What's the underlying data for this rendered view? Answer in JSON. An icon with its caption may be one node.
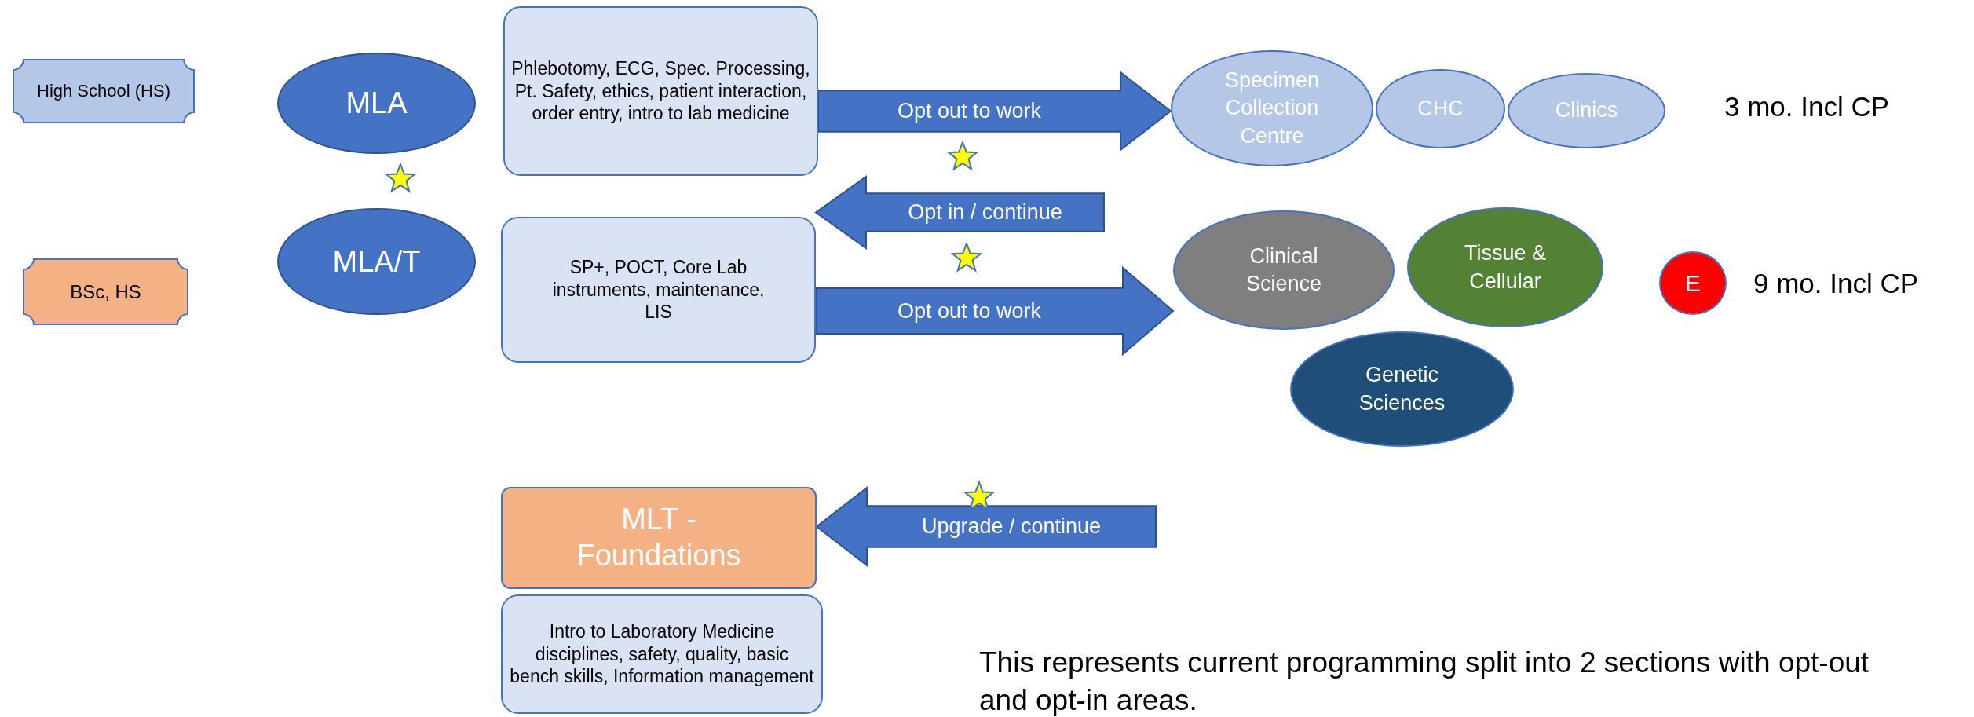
{
  "diagram": {
    "nodes": [
      {
        "text": [
          "High School (HS)"
        ]
      },
      {
        "text": [
          "MLA"
        ]
      },
      {
        "text": [
          "Phlebotomy, ECG, Spec. Processing, Pt. Safety, ethics, patient interaction, order entry, intro to lab medicine"
        ]
      },
      {
        "text": [
          "Specimen Collection Centre"
        ]
      },
      {
        "text": [
          "CHC"
        ]
      },
      {
        "text": [
          "Clinics"
        ]
      },
      {
        "text": [
          "BSc, HS"
        ]
      },
      {
        "text": [
          "MLA/T"
        ]
      },
      {
        "text": [
          "SP+, POCT, Core Lab instruments, maintenance, LIS"
        ]
      },
      {
        "text": [
          "Clinical Science"
        ]
      },
      {
        "text": [
          "Tissue & Cellular"
        ]
      },
      {
        "text": [
          "E"
        ]
      },
      {
        "text": [
          "Genetic Sciences"
        ]
      },
      {
        "text": [
          "MLT - Foundations"
        ]
      },
      {
        "text": [
          "Intro to Laboratory Medicine disciplines, safety, quality, basic bench skills, Information management"
        ]
      }
    ],
    "edges": [
      {
        "from": 2,
        "to": 3,
        "arrow": "to",
        "label": "Opt out to work",
        "style": "thick"
      },
      {
        "from": null,
        "to": 8,
        "arrow": "to",
        "label": "Opt in / continue",
        "style": "thick"
      },
      {
        "from": 8,
        "to": 9,
        "arrow": "to",
        "label": "Opt out to work",
        "style": "thick"
      },
      {
        "from": null,
        "to": 13,
        "arrow": "to",
        "label": "Upgrade / continue",
        "style": "thick"
      }
    ],
    "labels": [
      "3 mo. Incl CP",
      "9 mo. Incl CP",
      "This represents current programming split into 2 sections with opt-out and opt-in areas."
    ]
  }
}
